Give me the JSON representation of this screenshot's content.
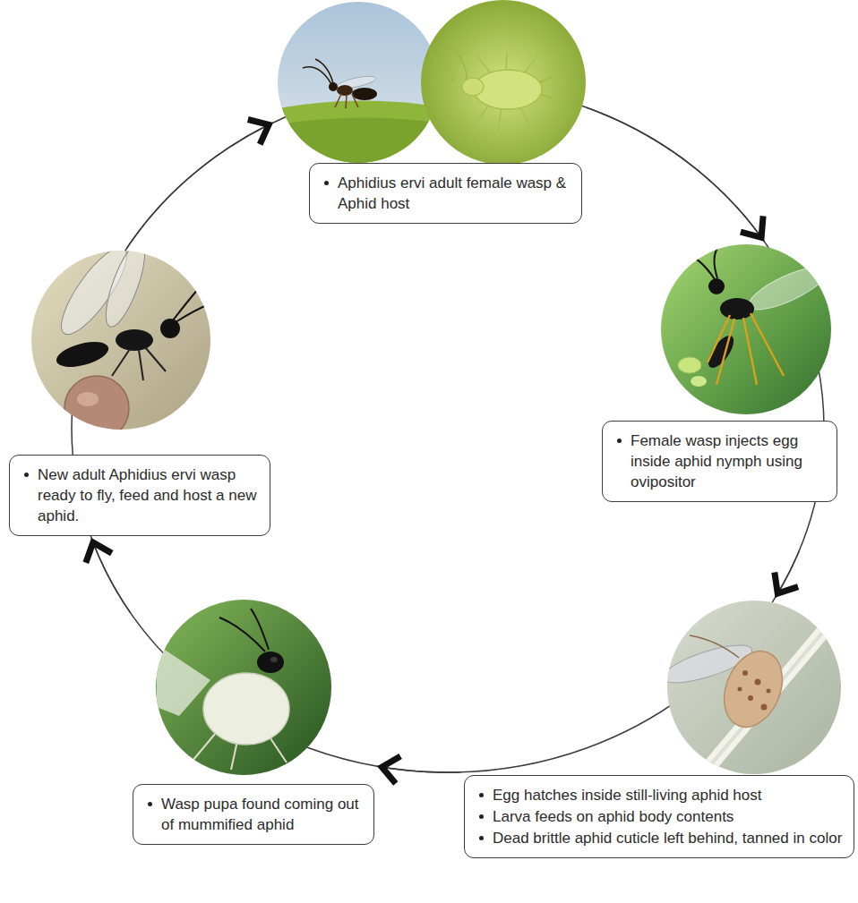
{
  "diagram": {
    "nodes": [
      {
        "text": [
          "Aphidius ervi adult female wasp & Aphid host"
        ]
      },
      {
        "text": [
          "Female wasp injects egg inside aphid nymph using ovipositor"
        ]
      },
      {
        "text": [
          "Egg hatches inside still-living aphid host",
          "Larva feeds on aphid body contents",
          "Dead brittle aphid cuticle left behind, tanned in color"
        ]
      },
      {
        "text": [
          "Wasp pupa found coming out of mummified aphid"
        ]
      },
      {
        "text": [
          "New adult Aphidius ervi wasp ready to fly, feed and host a new aphid."
        ]
      }
    ],
    "edges": [
      {
        "from": 0,
        "to": 1,
        "arrow": "to"
      },
      {
        "from": 1,
        "to": 2,
        "arrow": "to"
      },
      {
        "from": 2,
        "to": 3,
        "arrow": "to"
      },
      {
        "from": 3,
        "to": 4,
        "arrow": "to"
      },
      {
        "from": 4,
        "to": 0,
        "arrow": "to"
      }
    ]
  }
}
